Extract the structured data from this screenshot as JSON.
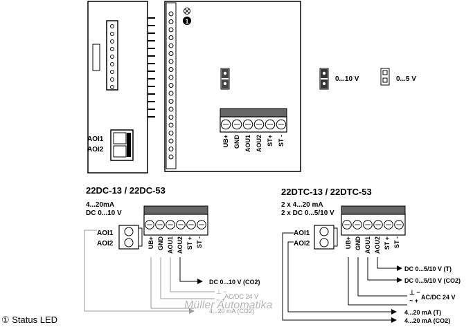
{
  "top_device": {
    "aoi1": "AOI1",
    "aoi2": "AOI2",
    "led_number": "1",
    "bottom_terminals": [
      "UB+",
      "GND",
      "AOU1",
      "AOU2",
      "ST+",
      "ST -"
    ],
    "jumper_10v": "0...10 V",
    "jumper_5v": "0...5 V"
  },
  "left_diagram": {
    "title": "22DC-13 / 22DC-53",
    "spec_line1": "4...20mA",
    "spec_line2": "DC 0...10 V",
    "aoi1": "AOI1",
    "aoi2": "AOI2",
    "terminals": [
      "UB+",
      "GND",
      "AOU1",
      "AOU2",
      "ST +",
      "ST -"
    ],
    "out_label": "DC 0...10 V (CO2)",
    "supply_label": "AC/DC 24 V",
    "current_label": "4...20 mA (CO2)",
    "minus": "⊥ −",
    "plus": "~ +"
  },
  "right_diagram": {
    "title": "22DTC-13 / 22DTC-53",
    "spec_line1": "2 x 4...20 mA",
    "spec_line2": "2 x DC 0...5/10 V",
    "aoi1": "AOI1",
    "aoi2": "AOI2",
    "terminals": [
      "UB+",
      "GND",
      "AOU1",
      "AOU2",
      "ST +",
      "ST -"
    ],
    "out1_label": "DC 0...5/10 V (T)",
    "out2_label": "DC 0...5/10 V (CO2)",
    "supply_label": "AC/DC 24 V",
    "current1_label": "4...20 mA (T)",
    "current2_label": "4...20 mA (CO2)",
    "minus": "⊥ −",
    "plus": "~ +"
  },
  "watermark": "Müller Automatika",
  "legend": {
    "status_led": "① Status LED"
  }
}
